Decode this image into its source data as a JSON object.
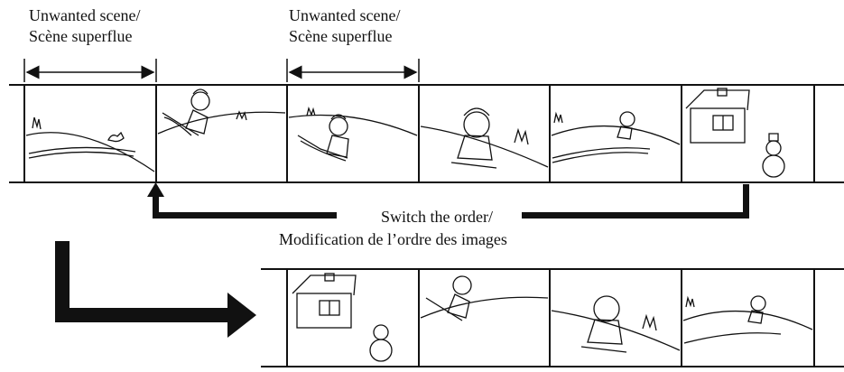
{
  "labels": {
    "unwanted_1_line1": "Unwanted scene/",
    "unwanted_1_line2": "Scène superflue",
    "unwanted_2_line1": "Unwanted scene/",
    "unwanted_2_line2": "Scène superflue",
    "switch_line1": "Switch the order/",
    "switch_line2": "Modification de l’ordre des images"
  },
  "original_strip": {
    "frames": [
      "hill-dog-scene",
      "skier-jump-scene",
      "skier-slope-scene",
      "skier-closeup-scene",
      "skier-dog-scene",
      "cabin-snowman-scene"
    ]
  },
  "edited_strip": {
    "frames": [
      "cabin-snowman-scene",
      "skier-jump-scene",
      "skier-closeup-scene",
      "skier-dog-scene"
    ]
  }
}
